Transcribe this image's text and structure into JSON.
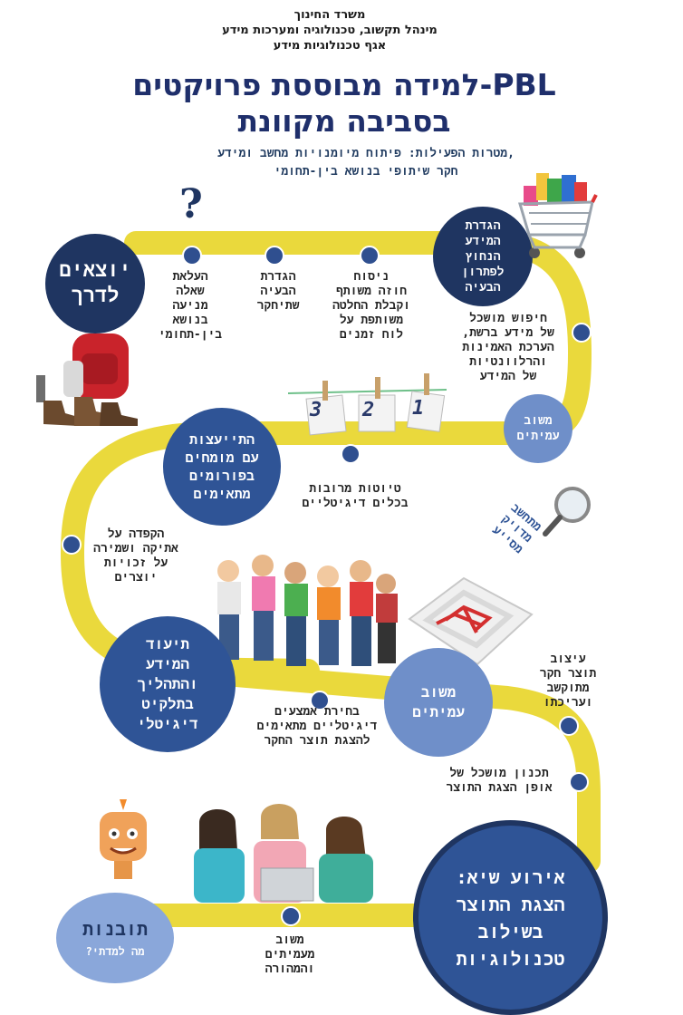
{
  "header": {
    "line1": "משרד החינוך",
    "line2": "מינהל תקשוב, טכנולוגיה ומערכות מידע",
    "line3": "אגף טכנולוגיות מידע"
  },
  "title": {
    "line1": "למידה מבוססת פרויקטים-PBL",
    "line2": "בסביבה מקוונת"
  },
  "goals": {
    "line1": "מטרות הפעילות: פיתוח מיומנויות מחשב ומידע,",
    "line2": "חקר שיתופי בנושא בין-תחומי"
  },
  "steps": {
    "start": "יוצאים\nלדרך",
    "raise_question": "העלאת\nשאלה\nמניעה\nבנושא\nבין-תחומי",
    "define_problem": "הגדרת\nהבעיה\nשתיחקר",
    "contract": "ניסוח\nחוזה משותף\nוקבלת החלטה\nמשותפת על\nלוח זמנים",
    "define_info": "הגדרת\nהמידע\nהנחוץ\nלפתרון\nהבעיה",
    "search_info": "חיפוש מושכל\nשל מידע ברשת,\nהערכת האמינות\nוהרלוונטיות\nשל המידע",
    "peer_feedback_1": "משוב\nעמיתים",
    "drafts": "טיוטות מרובות\nבכלים דיגיטליים",
    "experts": "התייעצות\nעם מומחים\nבפורומים\nמתאימים",
    "copyright": "הקפדה על\nאתיקה ושמירה\nעל זכויות\nיוצרים",
    "documentation": "תיעוד\nהמידע\nוהתהליך\nבתלקיט\nדיגיטלי",
    "choose_tools": "בחירת אמצעים\nדיגיטליים מתאימים\nלהצגת תוצר החקר",
    "peer_feedback_2": "משוב\nעמיתים",
    "design_product": "עיצוב\nתוצר חקר\nמתוקשב\nועריכתו",
    "plan_presentation": "תכנון מושכל של\nאופן הצגת התוצר",
    "peak_event": "אירוע שיא:\nהצגת התוצר\nבשילוב\nטכנולוגיות",
    "feedback_teacher": "משוב\nמעמיתים\nוהמהורה",
    "insights": "תובנות",
    "insights_sub": "מה למדתי?",
    "computer_label": "מתחשב\nמדויק\nמסייע"
  },
  "clothes_numbers": [
    "3",
    "2",
    "1"
  ],
  "colors": {
    "path_yellow": "#ead93c",
    "dark_navy": "#1f3561",
    "medium_blue": "#2f5496",
    "light_blue": "#6f8fc9",
    "pale_blue": "#8aa7da",
    "title_navy": "#1f2f6b"
  }
}
